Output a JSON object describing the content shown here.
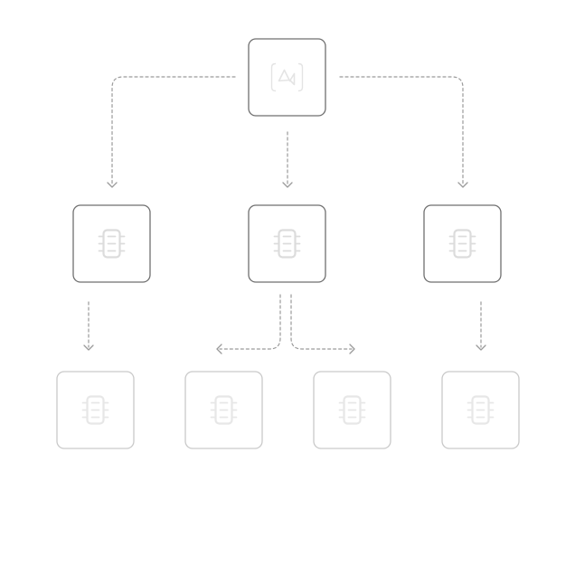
{
  "diagram": {
    "root": {
      "icon": "signal-logo-icon"
    },
    "level_1": [
      {
        "icon": "chip-icon"
      },
      {
        "icon": "chip-icon"
      },
      {
        "icon": "chip-icon"
      }
    ],
    "level_2": [
      {
        "icon": "chip-icon",
        "parent": 0
      },
      {
        "icon": "chip-icon",
        "parent": 1
      },
      {
        "icon": "chip-icon",
        "parent": 1
      },
      {
        "icon": "chip-icon",
        "parent": 2
      }
    ],
    "colors": {
      "strong_border": "#6f6f6f",
      "soft_border": "#c9c9c9",
      "connector": "#9a9a9a",
      "icon": "#dcdcdc",
      "background": "#ffffff"
    }
  }
}
